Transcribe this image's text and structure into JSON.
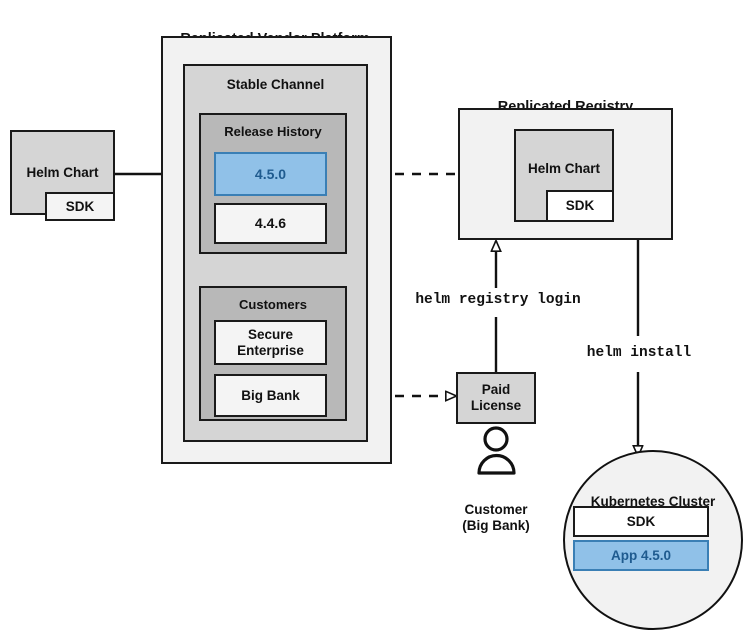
{
  "diagram": {
    "title_vendor_platform": "Replicated Vendor Platform",
    "title_registry": "Replicated Registry",
    "colors": {
      "accent_blue_fill": "#90c1e8",
      "accent_blue_stroke": "#3a7fb5",
      "accent_blue_text": "#1f5b8f",
      "stroke": "#1a1a1a",
      "panel_outer": "#f2f2f2",
      "panel_mid": "#d5d5d5",
      "panel_inner": "#b8b8b8",
      "box_light": "#f4f4f4",
      "box_gray": "#d5d5d5",
      "white": "#ffffff"
    }
  },
  "source_chart": {
    "name": "Helm Chart",
    "sdk": "SDK"
  },
  "vendor_platform": {
    "channel": {
      "title": "Stable Channel",
      "release_history": {
        "title": "Release History",
        "releases": [
          {
            "version": "4.5.0",
            "highlighted": true
          },
          {
            "version": "4.4.6",
            "highlighted": false
          }
        ]
      },
      "customers": {
        "title": "Customers",
        "items": [
          {
            "name": "Secure\nEnterprise"
          },
          {
            "name": "Big Bank"
          }
        ]
      }
    }
  },
  "registry": {
    "chart": {
      "name": "Helm Chart",
      "sdk": "SDK"
    }
  },
  "license": {
    "label": "Paid\nLicense"
  },
  "customer_actor": {
    "icon": "person-icon",
    "label": "Customer\n(Big Bank)"
  },
  "cluster": {
    "title": "Kubernetes Cluster",
    "components": [
      {
        "label": "SDK",
        "highlighted": false
      },
      {
        "label": "App 4.5.0",
        "highlighted": true
      }
    ]
  },
  "commands": {
    "registry_login": "helm registry login",
    "install": "helm install"
  }
}
